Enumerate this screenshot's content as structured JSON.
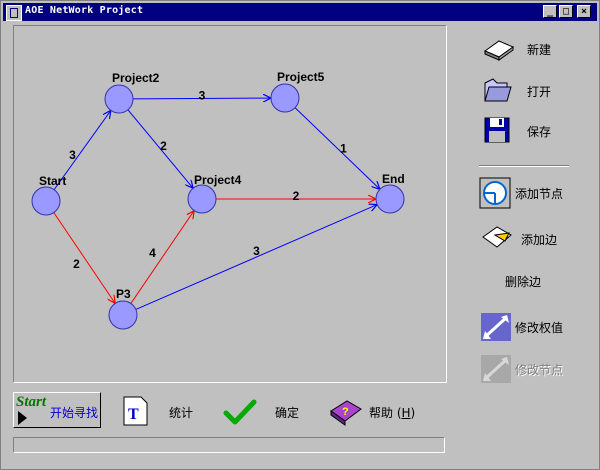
{
  "window": {
    "title": "AOE NetWork Project",
    "controls": {
      "minimize": "_",
      "maximize": "□",
      "close": "×"
    }
  },
  "graph": {
    "nodes": [
      {
        "id": "start",
        "label": "Start"
      },
      {
        "id": "project2",
        "label": "Project2"
      },
      {
        "id": "project5",
        "label": "Project5"
      },
      {
        "id": "project4",
        "label": "Project4"
      },
      {
        "id": "end",
        "label": "End"
      },
      {
        "id": "p3",
        "label": "P3"
      }
    ],
    "edges": [
      {
        "from": "start",
        "to": "project2",
        "weight": "3",
        "color": "#0000ff"
      },
      {
        "from": "project2",
        "to": "project5",
        "weight": "3",
        "color": "#0000ff"
      },
      {
        "from": "project2",
        "to": "project4",
        "weight": "2",
        "color": "#0000ff"
      },
      {
        "from": "project5",
        "to": "end",
        "weight": "1",
        "color": "#0000ff"
      },
      {
        "from": "project4",
        "to": "end",
        "weight": "2",
        "color": "#ff0000"
      },
      {
        "from": "start",
        "to": "p3",
        "weight": "2",
        "color": "#ff0000"
      },
      {
        "from": "p3",
        "to": "project4",
        "weight": "4",
        "color": "#ff0000"
      },
      {
        "from": "p3",
        "to": "end",
        "weight": "3",
        "color": "#0000ff"
      }
    ],
    "node_fill": "#9999ff",
    "node_stroke": "#3333aa"
  },
  "sidebar": {
    "new_label": "新建",
    "open_label": "打开",
    "save_label": "保存",
    "add_node_label": "添加节点",
    "add_edge_label": "添加边",
    "delete_edge_label": "删除边",
    "edit_weight_label": "修改权值",
    "edit_node_label": "修改节点"
  },
  "bottom": {
    "start_word": "Start",
    "start_label": "开始寻找",
    "stats_label": "统计",
    "ok_label": "确定",
    "help_label": "帮助",
    "help_shortcut": "H"
  },
  "status": {
    "text": ""
  }
}
